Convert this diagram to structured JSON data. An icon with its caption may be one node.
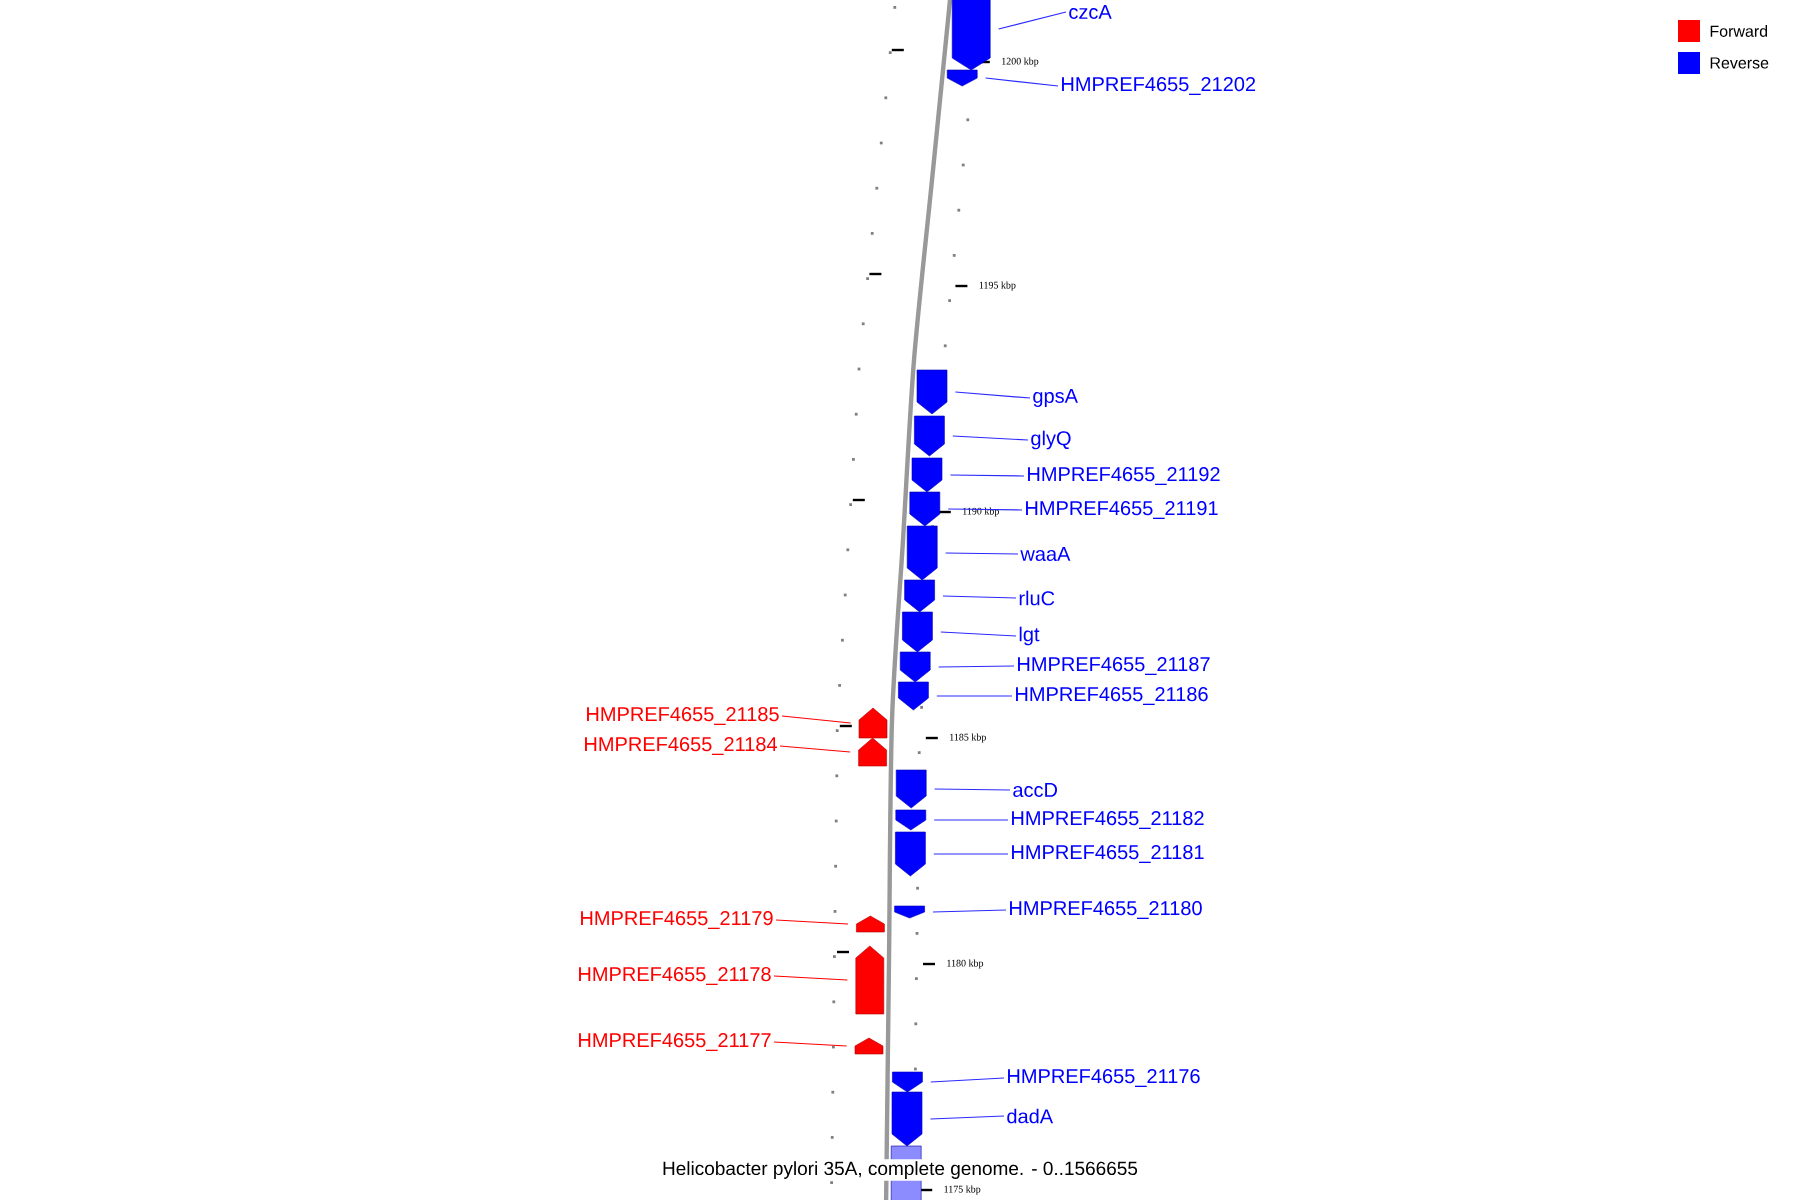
{
  "diagram": {
    "caption": "Helicobacter pylori 35A, complete genome. - 0..1566655",
    "nodes": [
      {
        "text": [
          "czcA"
        ]
      },
      {
        "text": [],
        "shape": "bar"
      },
      {
        "text": [
          "HMPREF4655_21202"
        ]
      },
      {
        "text": [],
        "shape": "bar"
      },
      {
        "text": [
          "gpsA"
        ]
      },
      {
        "text": [],
        "shape": "bar"
      },
      {
        "text": [
          "glyQ"
        ]
      },
      {
        "text": [],
        "shape": "bar"
      },
      {
        "text": [
          "HMPREF4655_21192"
        ]
      },
      {
        "text": [],
        "shape": "bar"
      },
      {
        "text": [
          "HMPREF4655_21191"
        ]
      },
      {
        "text": [],
        "shape": "bar"
      },
      {
        "text": [
          "waaA"
        ]
      },
      {
        "text": [],
        "shape": "bar"
      },
      {
        "text": [
          "rluC"
        ]
      },
      {
        "text": [],
        "shape": "bar"
      },
      {
        "text": [
          "lgt"
        ]
      },
      {
        "text": [],
        "shape": "bar"
      },
      {
        "text": [
          "HMPREF4655_21187"
        ]
      },
      {
        "text": [],
        "shape": "bar"
      },
      {
        "text": [
          "HMPREF4655_21186"
        ]
      },
      {
        "text": [],
        "shape": "bar"
      },
      {
        "text": [
          "HMPREF4655_21185"
        ]
      },
      {
        "text": [],
        "shape": "bar"
      },
      {
        "text": [
          "HMPREF4655_21184"
        ]
      },
      {
        "text": [],
        "shape": "bar"
      },
      {
        "text": [
          "accD"
        ]
      },
      {
        "text": [],
        "shape": "bar"
      },
      {
        "text": [
          "HMPREF4655_21182"
        ]
      },
      {
        "text": [],
        "shape": "bar"
      },
      {
        "text": [
          "HMPREF4655_21181"
        ]
      },
      {
        "text": [],
        "shape": "bar"
      },
      {
        "text": [
          "HMPREF4655_21180"
        ]
      },
      {
        "text": [],
        "shape": "bar"
      },
      {
        "text": [
          "HMPREF4655_21179"
        ]
      },
      {
        "text": [],
        "shape": "bar"
      },
      {
        "text": [
          "HMPREF4655_21178"
        ]
      },
      {
        "text": [],
        "shape": "bar"
      },
      {
        "text": [
          "HMPREF4655_21177"
        ]
      },
      {
        "text": [],
        "shape": "bar"
      },
      {
        "text": [
          "HMPREF4655_21176"
        ]
      },
      {
        "text": [],
        "shape": "bar"
      },
      {
        "text": [
          "dadA"
        ]
      },
      {
        "text": [],
        "shape": "bar"
      },
      {
        "text": [],
        "shape": "bar"
      }
    ],
    "edges": [
      {
        "from": 0,
        "to": 1,
        "arrow": "none"
      },
      {
        "from": 2,
        "to": 3,
        "arrow": "none"
      },
      {
        "from": 4,
        "to": 5,
        "arrow": "none"
      },
      {
        "from": 6,
        "to": 7,
        "arrow": "none"
      },
      {
        "from": 8,
        "to": 9,
        "arrow": "none"
      },
      {
        "from": 10,
        "to": 11,
        "arrow": "none"
      },
      {
        "from": 12,
        "to": 13,
        "arrow": "none"
      },
      {
        "from": 14,
        "to": 15,
        "arrow": "none"
      },
      {
        "from": 16,
        "to": 17,
        "arrow": "none"
      },
      {
        "from": 18,
        "to": 19,
        "arrow": "none"
      },
      {
        "from": 20,
        "to": 21,
        "arrow": "none"
      },
      {
        "from": 22,
        "to": 23,
        "arrow": "none",
        "color": "#ff0000"
      },
      {
        "from": 24,
        "to": 25,
        "arrow": "none",
        "color": "#ff0000"
      },
      {
        "from": 26,
        "to": 27,
        "arrow": "none"
      },
      {
        "from": 28,
        "to": 29,
        "arrow": "none"
      },
      {
        "from": 30,
        "to": 31,
        "arrow": "none"
      },
      {
        "from": 32,
        "to": 33,
        "arrow": "none"
      },
      {
        "from": 34,
        "to": 35,
        "arrow": "none",
        "color": "#ff0000"
      },
      {
        "from": 36,
        "to": 37,
        "arrow": "none",
        "color": "#ff0000"
      },
      {
        "from": 38,
        "to": 39,
        "arrow": "none",
        "color": "#ff0000"
      },
      {
        "from": 40,
        "to": 41,
        "arrow": "none"
      },
      {
        "from": 42,
        "to": 43,
        "arrow": "none"
      }
    ],
    "labels": [
      "1200 kbp",
      "1195 kbp",
      "1190 kbp",
      "1185 kbp",
      "1180 kbp",
      "1175 kbp"
    ],
    "legend": [
      {
        "text": "Forward",
        "color": "#ff0000"
      },
      {
        "text": "Reverse",
        "color": "#0000ff"
      }
    ]
  }
}
